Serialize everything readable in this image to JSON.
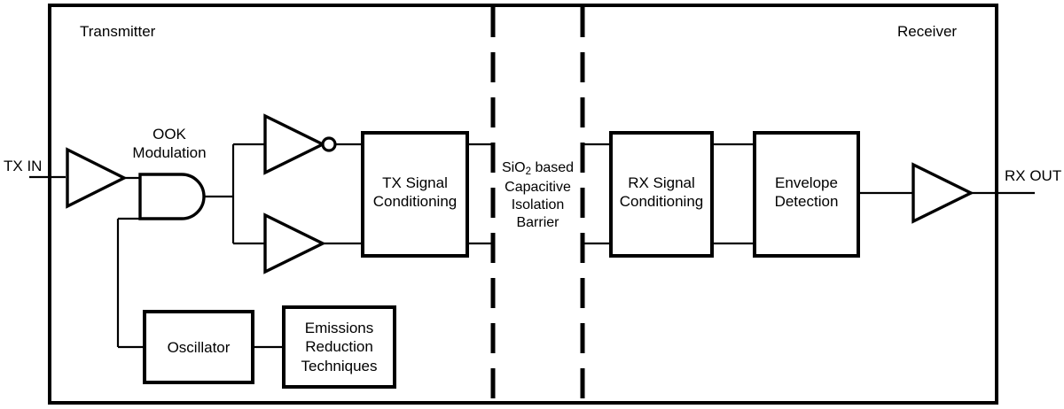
{
  "diagram": {
    "title": "Capacitive Isolation Transmitter-Receiver Block Diagram",
    "type": "block-diagram",
    "stroke_color": "#000000",
    "background_color": "#ffffff",
    "sections": {
      "transmitter_label": "Transmitter",
      "receiver_label": "Receiver"
    },
    "ports": {
      "input_label": "TX IN",
      "output_label": "RX OUT"
    },
    "gates": {
      "input_buffer_name": "input-buffer",
      "and_gate_name": "and-gate",
      "inverter_name": "inverter",
      "buffer_name": "buffer",
      "output_buffer_name": "output-buffer",
      "ook_label_line1": "OOK",
      "ook_label_line2": "Modulation"
    },
    "blocks": [
      {
        "id": "tx-signal-conditioning",
        "label": "TX Signal Conditioning",
        "lines": [
          "TX Signal",
          "Conditioning"
        ]
      },
      {
        "id": "rx-signal-conditioning",
        "label": "RX Signal Conditioning",
        "lines": [
          "RX Signal",
          "Conditioning"
        ]
      },
      {
        "id": "envelope-detection",
        "label": "Envelope Detection",
        "lines": [
          "Envelope",
          "Detection"
        ]
      },
      {
        "id": "oscillator",
        "label": "Oscillator",
        "lines": [
          "Oscillator"
        ]
      },
      {
        "id": "emissions-reduction-techniques",
        "label": "Emissions Reduction Techniques",
        "lines": [
          "Emissions",
          "Reduction",
          "Techniques"
        ]
      }
    ],
    "barrier": {
      "line1_prefix": "SiO",
      "line1_subscript": "2",
      "line1_suffix": " based",
      "line2": "Capacitive",
      "line3": "Isolation",
      "line4": "Barrier",
      "full_label": "SiO2 based Capacitive Isolation Barrier",
      "style": "dashed",
      "lines_count": 2
    }
  }
}
